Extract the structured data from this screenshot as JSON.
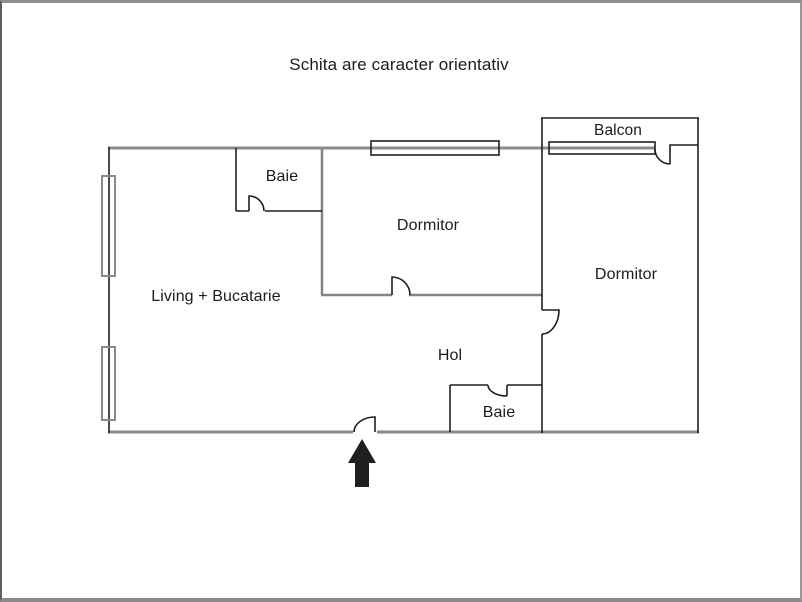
{
  "title": "Schita are caracter orientativ",
  "rooms": [
    {
      "id": "balcon",
      "label": "Balcon"
    },
    {
      "id": "baie-top",
      "label": "Baie"
    },
    {
      "id": "dormitor-center",
      "label": "Dormitor"
    },
    {
      "id": "dormitor-right",
      "label": "Dormitor"
    },
    {
      "id": "living",
      "label": "Living + Bucatarie"
    },
    {
      "id": "hol",
      "label": "Hol"
    },
    {
      "id": "baie-bottom",
      "label": "Baie"
    }
  ],
  "colors": {
    "wall_gray": "#8a8a8a",
    "line_black": "#1f1f1f",
    "background": "#ffffff",
    "text": "#1c1c1c"
  },
  "icons": {
    "entrance_arrow": "entrance-arrow-up"
  }
}
